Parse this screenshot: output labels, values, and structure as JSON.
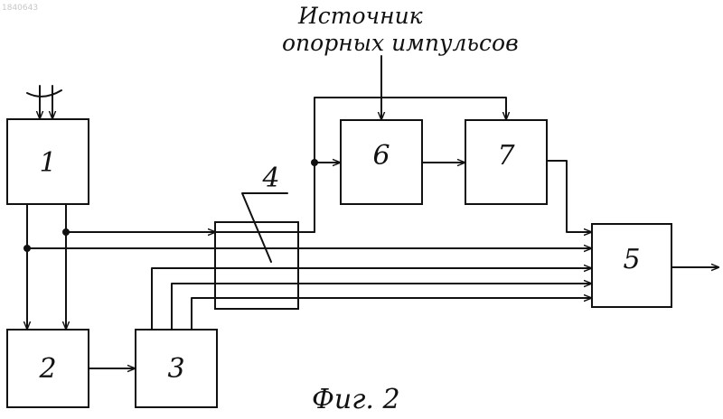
{
  "corner_code": "1840643",
  "source_label_line1": "Источник",
  "source_label_line2": "опорных импульсов",
  "figure_caption": "Фиг. 2",
  "blocks": {
    "b1": "1",
    "b2": "2",
    "b3": "3",
    "b4": "4",
    "b5": "5",
    "b6": "6",
    "b7": "7"
  }
}
